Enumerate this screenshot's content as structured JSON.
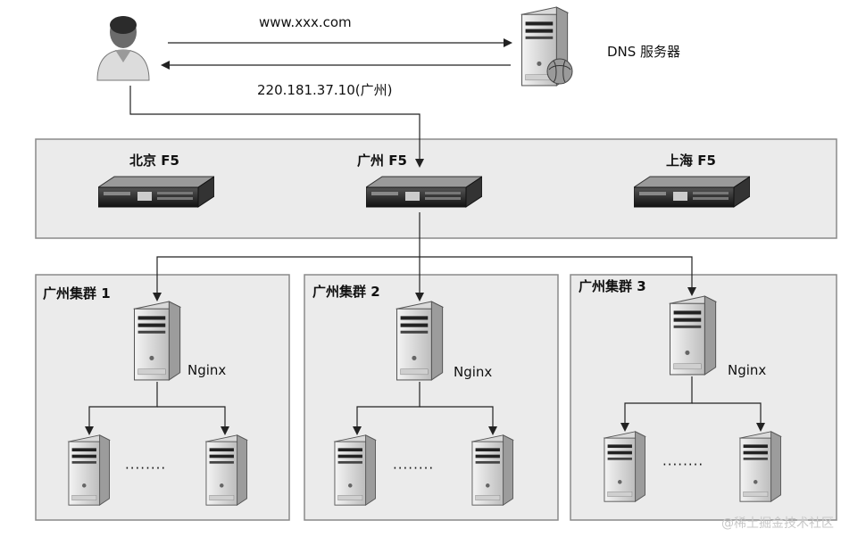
{
  "user_to_dns_label": "www.xxx.com",
  "dns_to_user_label": "220.181.37.10(广州)",
  "dns_server_label": "DNS 服务器",
  "f5_nodes": [
    {
      "label": "北京 F5"
    },
    {
      "label": "广州 F5"
    },
    {
      "label": "上海 F5"
    }
  ],
  "clusters": [
    {
      "label": "广州集群 1",
      "nginx_label": "Nginx",
      "ellipsis": "········"
    },
    {
      "label": "广州集群 2",
      "nginx_label": "Nginx",
      "ellipsis": "········"
    },
    {
      "label": "广州集群 3",
      "nginx_label": "Nginx",
      "ellipsis": "········"
    }
  ],
  "watermark": "@稀土掘金技术社区",
  "colors": {
    "panel_fill": "#ebebeb",
    "panel_border": "#8a8a8a",
    "line": "#222222"
  },
  "icons": [
    "user-icon",
    "dns-server-icon",
    "f5-device-icon",
    "server-tower-icon"
  ]
}
